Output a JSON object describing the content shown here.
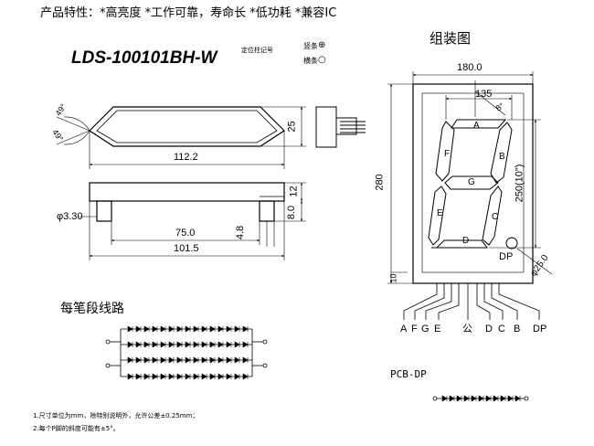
{
  "header": {
    "features": "产品特性：*高亮度 *工作可靠，寿命长 *低功耗 *兼容IC",
    "model": "LDS-100101BH-W"
  },
  "legend": {
    "title": "定位柱记号",
    "vertical_label": "竖条",
    "vertical_symbol": "⊕",
    "horizontal_label": "横条",
    "horizontal_symbol": "○"
  },
  "segment_view": {
    "dims": {
      "angle1": "49°",
      "angle2": "49°",
      "height": "25",
      "length": "112.2"
    }
  },
  "side_view": {
    "dims": {
      "pin_dia": "φ3.30",
      "h12": "12",
      "h8": "8.0",
      "pin_len": "4.8",
      "inner": "75.0",
      "outer": "101.5"
    }
  },
  "assembly": {
    "title": "组装图",
    "dims": {
      "width": "180.0",
      "digit_width": "135",
      "slant": "8°",
      "height": "280",
      "digit_height": "250(10\")",
      "dp_dia": "φ25.0",
      "bottom": "10"
    },
    "segments": [
      "A",
      "B",
      "C",
      "D",
      "E",
      "F",
      "G"
    ],
    "dp_label": "DP",
    "pins": [
      "A",
      "F",
      "G",
      "E",
      "公",
      "D",
      "C",
      "B",
      "DP"
    ]
  },
  "circuit": {
    "title": "每笔段线路"
  },
  "pcb": {
    "title": "PCB-DP"
  },
  "notes": [
    "1.尺寸单位为mm，除特别说明外，允许公差±0.25mm；",
    "2.每个P脚的斜度可能有±5°。"
  ]
}
